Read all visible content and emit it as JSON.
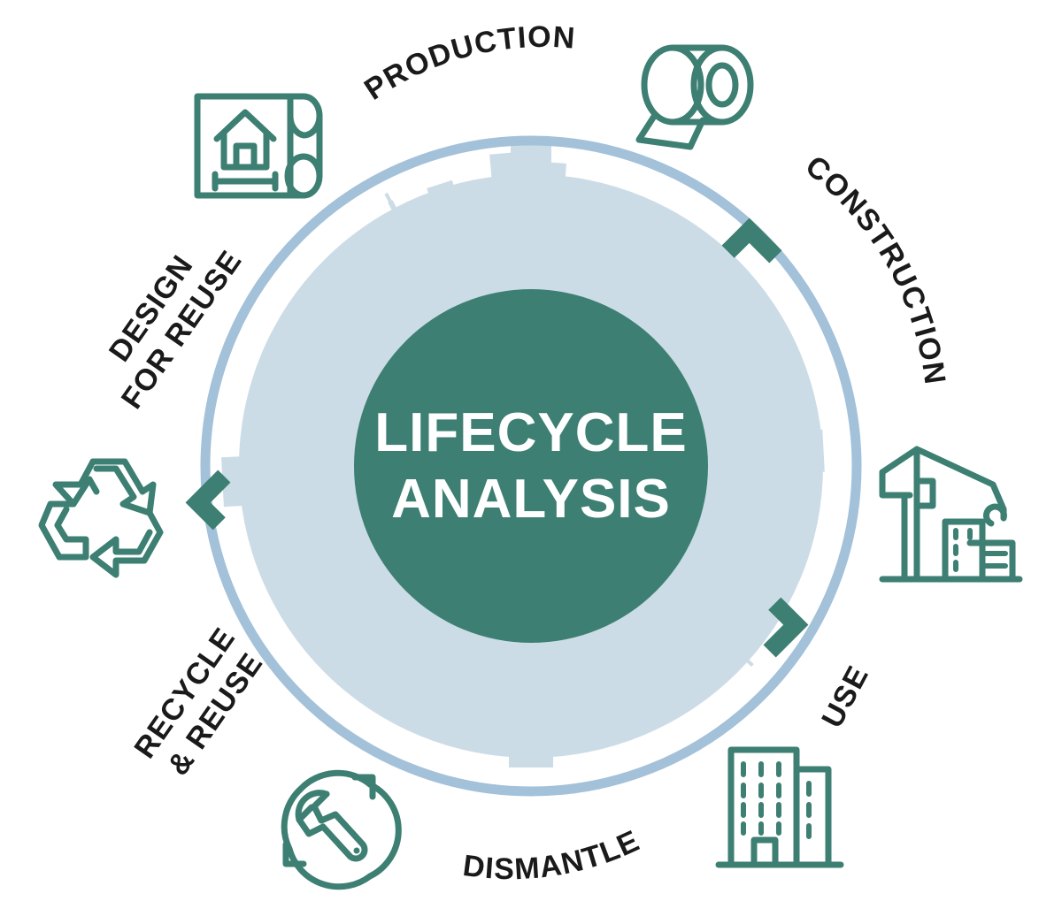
{
  "diagram": {
    "title_line1": "LIFECYCLE",
    "title_line2": "ANALYSIS",
    "type": "circular-lifecycle",
    "colors": {
      "center_circle": "#3d7f72",
      "skyline": "#ccdce6",
      "ring_arc": "#a3c1d9",
      "arrow": "#3d7f72",
      "icon": "#3d7f72",
      "label_text": "#1a1a1a",
      "background": "#ffffff"
    },
    "stages": [
      {
        "id": "production",
        "label": "PRODUCTION",
        "label_lines": [
          "PRODUCTION"
        ],
        "icon": "tape-roll-icon",
        "position": "top"
      },
      {
        "id": "construction",
        "label": "CONSTRUCTION",
        "label_lines": [
          "CONSTRUCTION"
        ],
        "icon": "crane-icon",
        "position": "right-upper"
      },
      {
        "id": "use",
        "label": "USE",
        "label_lines": [
          "USE"
        ],
        "icon": "office-building-icon",
        "position": "right-lower"
      },
      {
        "id": "dismantle",
        "label": "DISMANTLE",
        "label_lines": [
          "DISMANTLE"
        ],
        "icon": "wrench-cycle-icon",
        "position": "bottom"
      },
      {
        "id": "recycle-reuse",
        "label": "RECYCLE & REUSE",
        "label_lines": [
          "RECYCLE",
          "& REUSE"
        ],
        "icon": "recycle-icon",
        "position": "left-lower"
      },
      {
        "id": "design-for-reuse",
        "label": "DESIGN FOR REUSE",
        "label_lines": [
          "DESIGN",
          "FOR REUSE"
        ],
        "icon": "blueprint-icon",
        "position": "left-upper"
      }
    ],
    "arrows": [
      {
        "id": "arrow-to-construction",
        "direction": "clockwise",
        "position": "upper-right"
      },
      {
        "id": "arrow-to-use",
        "direction": "clockwise",
        "position": "lower-right"
      },
      {
        "id": "arrow-to-production",
        "direction": "clockwise",
        "position": "left"
      }
    ]
  }
}
